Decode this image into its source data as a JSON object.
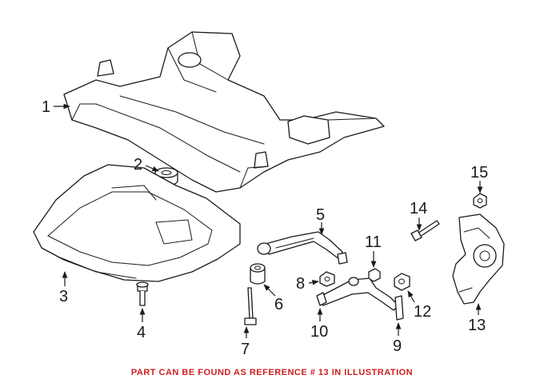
{
  "callouts": {
    "c1": "1",
    "c2": "2",
    "c3": "3",
    "c4": "4",
    "c5": "5",
    "c6": "6",
    "c7": "7",
    "c8": "8",
    "c9": "9",
    "c10": "10",
    "c11": "11",
    "c12": "12",
    "c13": "13",
    "c14": "14",
    "c15": "15"
  },
  "footer": {
    "note": "PART CAN BE FOUND AS REFERENCE # 13 IN ILLUSTRATION",
    "color": "#cc1f1f"
  },
  "colors": {
    "line": "#1a1a1a",
    "background": "#ffffff"
  }
}
